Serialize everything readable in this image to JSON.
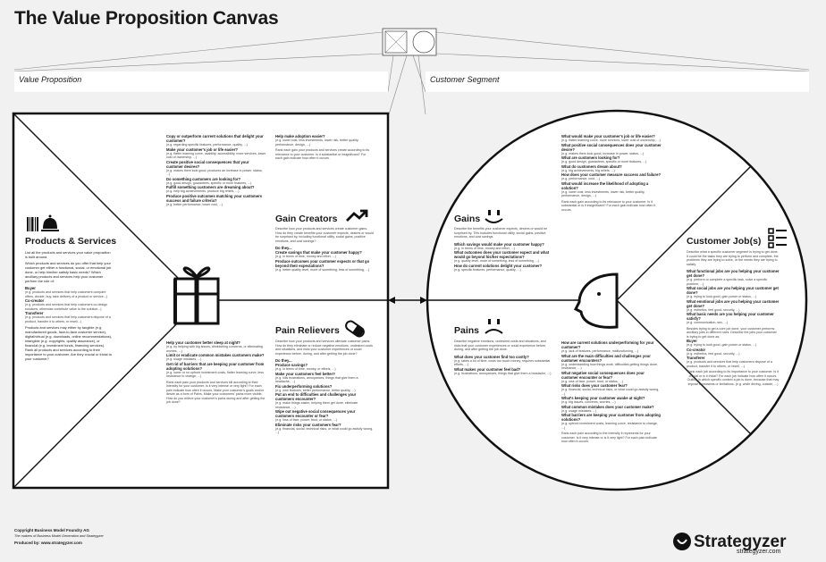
{
  "title": "The Value Proposition Canvas",
  "value_proposition_label": "Value Proposition",
  "customer_segment_label": "Customer Segment",
  "products_services": {
    "title": "Products & Services",
    "intro": "List all the products and services your value proposition is built around.",
    "body": "Which products and services do you offer that help your customer get either a functional, social, or emotional job done, or help him/her satisfy basic needs? Which ancillary products and services help your customer perform the role of:",
    "roles": [
      {
        "name": "Buyer",
        "desc": "(e.g. products and services that help customers compare offers, decide, buy, take delivery of a product or service...)"
      },
      {
        "name": "Co-creator",
        "desc": "(e.g. products and services that help customers co-design solutions, otherwise contribute value to the solution...)"
      },
      {
        "name": "Transferer",
        "desc": "(e.g. products and services that help customers dispose of a product, transfer it to others, or resell...)"
      }
    ],
    "footer": "Products and services may either by tangible (e.g. manufactured goods, face-to-face customer service), digital/virtual (e.g. downloads, online recommendations), intangible (e.g. copyrights, quality assurance), or financial (e.g. investment funds, financing services). Rank all products and services according to their importance to your customer. Are they crucial or trivial to your customer?"
  },
  "gain_creators": {
    "title": "Gain Creators",
    "intro": "Describe how your products and services create customer gains. How do they create benefits your customer expects, desires or would be surprised by, including functional utility, social gains, positive emotions, and cost savings?",
    "col1": [
      {
        "q": "Copy or outperform current solutions that delight your customer?",
        "d": "(e.g. regarding specific features, performance, quality, ...)"
      },
      {
        "q": "Make your customer's job or life easier?",
        "d": "(e.g. flatter learning curve, usability, accessibility, more services, lower cost of ownership, ...)"
      },
      {
        "q": "Create positive social consequences that your customer desires?",
        "d": "(e.g. makes them look good, produces an increase in power, status, ...)"
      },
      {
        "q": "Do something customers are looking for?",
        "d": "(e.g. good design, guarantees, specific or more features, ...)"
      },
      {
        "q": "Fulfill something customers are dreaming about?",
        "d": "(e.g. help big achievements, produce big reliefs, ...)"
      },
      {
        "q": "Produce positive outcomes matching your customers success and failure criteria?",
        "d": "(e.g. better performance, lower cost, ...)"
      }
    ],
    "col2": [
      {
        "q": "Help make adoption easier?",
        "d": "(e.g. lower cost, less investments, lower risk, better quality, performance, design, ...)"
      }
    ],
    "rank": "Rank each gain your products and services create according to its relevance to your customer. Is it substantial or insignificant? For each gain indicate how often it occurs.",
    "do_they": [
      {
        "q": "Do they...",
        "d": ""
      },
      {
        "q": "Create savings that make your customer happy?",
        "d": "(e.g. in terms of time, money and effort, ...)"
      },
      {
        "q": "Produce outcomes your customer expects or that go beyond their expectations?",
        "d": "(e.g. better quality level, more of something, less of something, ...)"
      }
    ]
  },
  "pain_relievers": {
    "title": "Pain Relievers",
    "intro": "Describe how your products and services alleviate customer pains. How do they eliminate or reduce negative emotions, undesired costs and situations, and risks your customer experiences or could experience before, during, and after getting the job done?",
    "col1": [
      {
        "q": "Help your customer better sleep at night?",
        "d": "(e.g. by helping with big issues, diminishing concerns, or eliminating worries, ...)"
      },
      {
        "q": "Limit or eradicate common mistakes customers make?",
        "d": "(e.g. usage mistakes, ...)"
      },
      {
        "q": "Get rid of barriers that are keeping your customer from adopting solutions?",
        "d": "(e.g. lower or no upfront investment costs, flatter learning curve, less resistance to change, ...)"
      }
    ],
    "rank": "Rank each pain your products and services kill according to their intensity for your customer. Is it very intense or very light? For each pain indicate how often it occurs. Make your customer's goals and/or desire as a form of Pains. Make your customers' pains more visible. How do you relieve your customer's pains during and after getting the job done?",
    "col2": [
      {
        "q": "Do they...",
        "d": ""
      },
      {
        "q": "Produce savings?",
        "d": "(e.g. in terms of time, money, or efforts, ...)"
      },
      {
        "q": "Make your customers feel better?",
        "d": "(e.g. kills frustrations, annoyances, things that give them a headache, ...)"
      },
      {
        "q": "Fix underperforming solutions?",
        "d": "(e.g. new features, better performance, better quality, ...)"
      },
      {
        "q": "Put an end to difficulties and challenges your customers encounter?",
        "d": "(e.g. make things easier, helping them get done, eliminate resistance, ...)"
      },
      {
        "q": "Wipe out negative social consequences your customers encounter or fear?",
        "d": "(e.g. loss of face, power, trust, or status, ...)"
      },
      {
        "q": "Eliminate risks your customers fear?",
        "d": "(e.g. financial, social, technical risks, or what could go awfully wrong, ...)"
      }
    ]
  },
  "gains": {
    "title": "Gains",
    "intro": "Describe the benefits your customer expects, desires or would be surprised by. This includes functional utility, social gains, positive emotions, and cost savings.",
    "col1": [
      {
        "q": "Which savings would make your customer happy?",
        "d": "(e.g. in terms of time, money and effort, ...)"
      },
      {
        "q": "What outcomes does your customer expect and what would go beyond his/her expectations?",
        "d": "(e.g. quality level, more of something, less of something, ...)"
      },
      {
        "q": "How do current solutions delight your customer?",
        "d": "(e.g. specific features, performance, quality, ...)"
      }
    ],
    "col2": [
      {
        "q": "What would make your customer's job or life easier?",
        "d": "(e.g. flatter learning curve, more services, lower cost of ownership, ...)"
      },
      {
        "q": "What positive social consequences does your customer desire?",
        "d": "(e.g. makes them look good, increase in power, status, ...)"
      },
      {
        "q": "What are customers looking for?",
        "d": "(e.g. good design, guarantees, specific or more features, ...)"
      },
      {
        "q": "What do customers dream about?",
        "d": "(e.g. big achievements, big reliefs, ...)"
      },
      {
        "q": "How does your customer measure success and failure?",
        "d": "(e.g. performance, cost, ...)"
      },
      {
        "q": "What would increase the likelihood of adopting a solution?",
        "d": "(e.g. lower cost, less investments, lower risk, better quality, performance, design, ...)"
      }
    ],
    "rank": "Rank each gain according to its relevance to your customer. Is it substantial or is it insignificant? For each gain indicate how often it occurs."
  },
  "pains": {
    "title": "Pains",
    "intro": "Describe negative emotions, undesired costs and situations, and risks that your customer experiences or could experience before, during, and after getting the job done.",
    "col1": [
      {
        "q": "What does your customer find too costly?",
        "d": "(e.g. takes a lot of time, costs too much money, requires substantial efforts, ...)"
      },
      {
        "q": "What makes your customer feel bad?",
        "d": "(e.g. frustrations, annoyances, things that give them a headache, ...)"
      }
    ],
    "col2": [
      {
        "q": "How are current solutions underperforming for your customer?",
        "d": "(e.g. lack of features, performance, malfunctioning, ...)"
      },
      {
        "q": "What are the main difficulties and challenges your customer encounters?",
        "d": "(e.g. understanding how things work, difficulties getting things done, resistance, ...)"
      },
      {
        "q": "What negative social consequences does your customer encounter or fear?",
        "d": "(e.g. loss of face, power, trust, or status, ...)"
      },
      {
        "q": "What risks does your customer fear?",
        "d": "(e.g. financial, social, technical risks, or what could go awfully wrong, ...)"
      },
      {
        "q": "What's keeping your customer awake at night?",
        "d": "(e.g. big issues, concerns, worries, ...)"
      },
      {
        "q": "What common mistakes does your customer make?",
        "d": "(e.g. usage mistakes, ...)"
      },
      {
        "q": "What barriers are keeping your customer from adopting solutions?",
        "d": "(e.g. upfront investment costs, learning curve, resistance to change, ...)"
      }
    ],
    "rank": "Rank each pain according to the intensity it represents for your customer. Is it very intense or is it very light? For each pain indicate how often it occurs."
  },
  "customer_jobs": {
    "title": "Customer Job(s)",
    "intro": "Describe what a specific customer segment is trying to get done. It could be the tasks they are trying to perform and complete, the problems they are trying to solve, or the needs they are trying to satisfy.",
    "items": [
      {
        "q": "What functional jobs are you helping your customer get done?",
        "d": "(e.g. perform or complete a specific task, solve a specific problem, ...)"
      },
      {
        "q": "What social jobs are you helping your customer get done?",
        "d": "(e.g. trying to look good, gain power or status, ...)"
      },
      {
        "q": "What emotional jobs are you helping your customer get done?",
        "d": "(e.g. esthetics, feel good, security, ...)"
      },
      {
        "q": "What basic needs are you helping your customer satisfy?",
        "d": "(e.g. communication, sex, ...)"
      }
    ],
    "roles_intro": "Besides trying to get a core job done, your customer performs ancillary jobs in different roles. Describe the jobs your customer is trying to get done as:",
    "roles": [
      {
        "name": "Buyer",
        "desc": "(e.g. trying to look good, gain power or status, ...)"
      },
      {
        "name": "Co-creator",
        "desc": "(e.g. esthetics, feel good, security, ...)"
      },
      {
        "name": "Transferer",
        "desc": "(e.g. products and services that help customers dispose of a product, transfer it to others, or resell, ...)"
      }
    ],
    "rank": "Rank each job according to its importance to your customer. Is it crucial or is it trivial? For each job indicate how often it occurs. Outline in which specific context a job is done, because that may impose constraints or limitations. (e.g. while driving, outside, ...)"
  },
  "footer": {
    "copyright": "Copyright Business Model Foundry AG",
    "makers": "The makers of Business Model Generation and Strategyzer",
    "produced_by": "Produced by: www.strategyzer.com",
    "brand": "Strategyzer",
    "brand_url": "strategyzer.com"
  }
}
